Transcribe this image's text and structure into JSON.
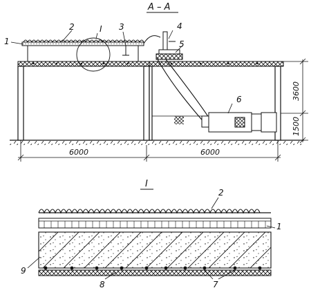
{
  "section_title": "А – А",
  "detail_title": "I",
  "detail_marker": "I",
  "callouts": {
    "c1": "1",
    "c2": "2",
    "c3": "3",
    "c4": "4",
    "c5": "5",
    "c6": "6",
    "c7": "7",
    "c8": "8",
    "c9": "9"
  },
  "dimensions": {
    "span_left": "6000",
    "span_right": "6000",
    "height_total": "3600",
    "height_lower": "1500"
  },
  "detail_callouts": {
    "d1": "1",
    "d2": "2",
    "d7": "7",
    "d8": "8",
    "d9": "9"
  }
}
